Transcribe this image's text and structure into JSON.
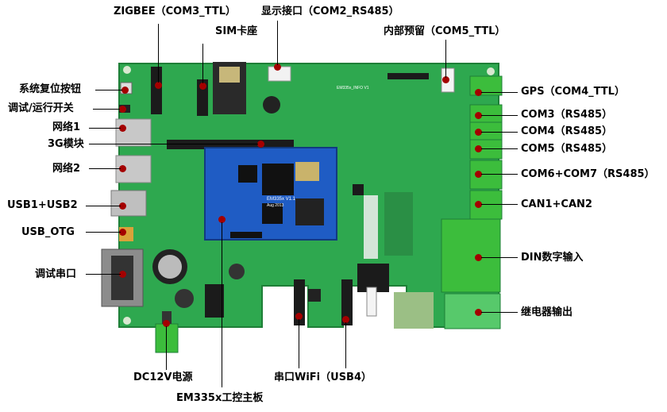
{
  "colors": {
    "board": "#2ea84f",
    "board_edge": "#1e7f37",
    "core_module": "#1f5cc4",
    "terminal": "#3cbd3c",
    "marker": "#a40000"
  },
  "board_text": {
    "silk_top": "EM335x_INFO V1",
    "module_name": "EM335x V1.1",
    "module_date": "Aug 2013"
  },
  "labels": {
    "zigbee": "ZIGBEE（COM3_TTL）",
    "sim": "SIM卡座",
    "display": "显示接口（COM2_RS485）",
    "internal": "内部预留（COM5_TTL）",
    "reset": "系统复位按钮",
    "debug_run": "调试/运行开关",
    "net1": "网络1",
    "g3": "3G模块",
    "net2": "网络2",
    "usb12": "USB1+USB2",
    "usbotg": "USB_OTG",
    "debug_serial": "调试串口",
    "gps": "GPS（COM4_TTL）",
    "com3": "COM3（RS485）",
    "com4": "COM4（RS485）",
    "com5": "COM5（RS485）",
    "com67": "COM6+COM7（RS485）",
    "can": "CAN1+CAN2",
    "din": "DIN数字输入",
    "relay": "继电器输出",
    "dc12v": "DC12V电源",
    "em335x": "EM335x工控主板",
    "wifi": "串口WiFi（USB4）"
  }
}
